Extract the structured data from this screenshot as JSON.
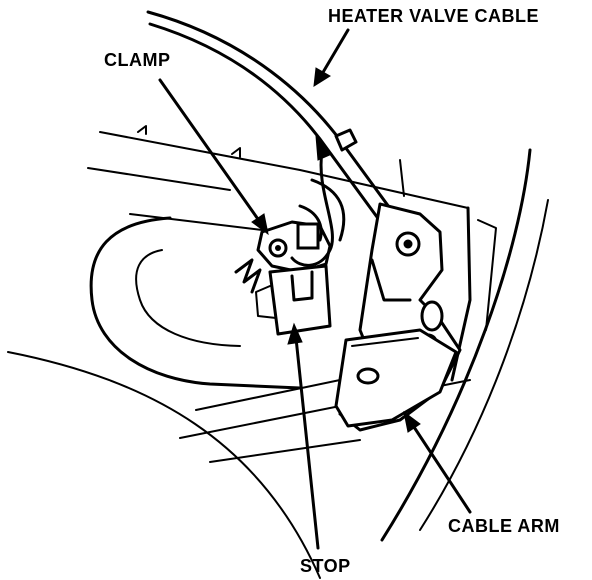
{
  "labels": {
    "heater_valve_cable": "HEATER VALVE CABLE",
    "clamp": "CLAMP",
    "stop": "STOP",
    "cable_arm": "CABLE ARM"
  }
}
